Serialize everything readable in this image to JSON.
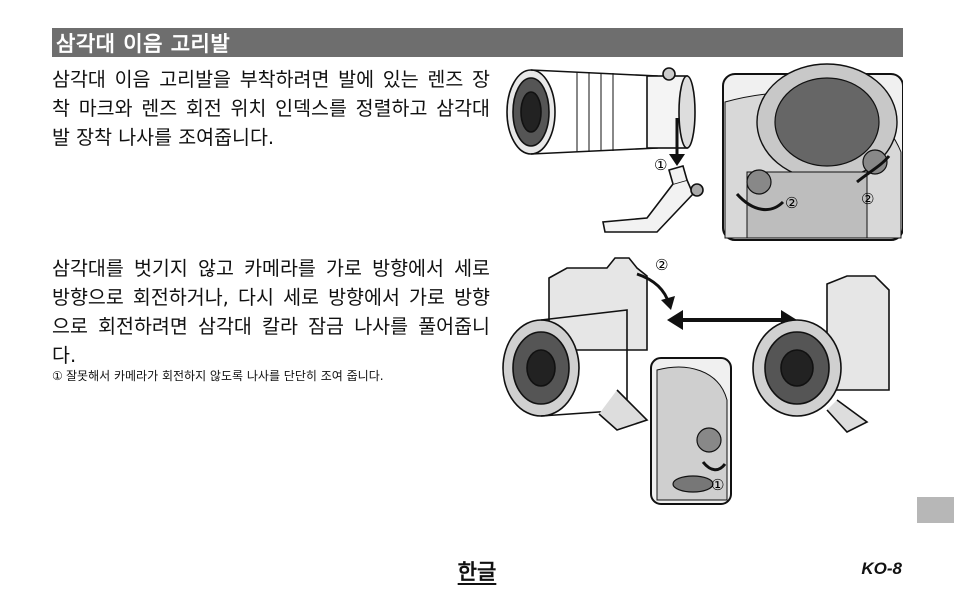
{
  "section": {
    "title": "삼각대 이음 고리발"
  },
  "body": {
    "paragraph1": "삼각대 이음 고리발을 부착하려면 발에 있는 렌즈 장착 마크와 렌즈 회전 위치 인덱스를 정렬하고 삼각대 발 장착 나사를 조여줍니다.",
    "paragraph2": "삼각대를 벗기지 않고 카메라를 가로 방향에서 세로 방향으로 회전하거나, 다시 세로 방향에서 가로 방향으로 회전하려면 삼각대 칼라 잠금 나사를 풀어줍니다.",
    "note_mark": "①",
    "note_text": "잘못해서 카메라가 회전하지 않도록 나사를 단단히 조여 줍니다."
  },
  "illustrations": {
    "step1": "①",
    "step2": "②"
  },
  "footer": {
    "language": "한글",
    "page_number": "KO-8"
  }
}
